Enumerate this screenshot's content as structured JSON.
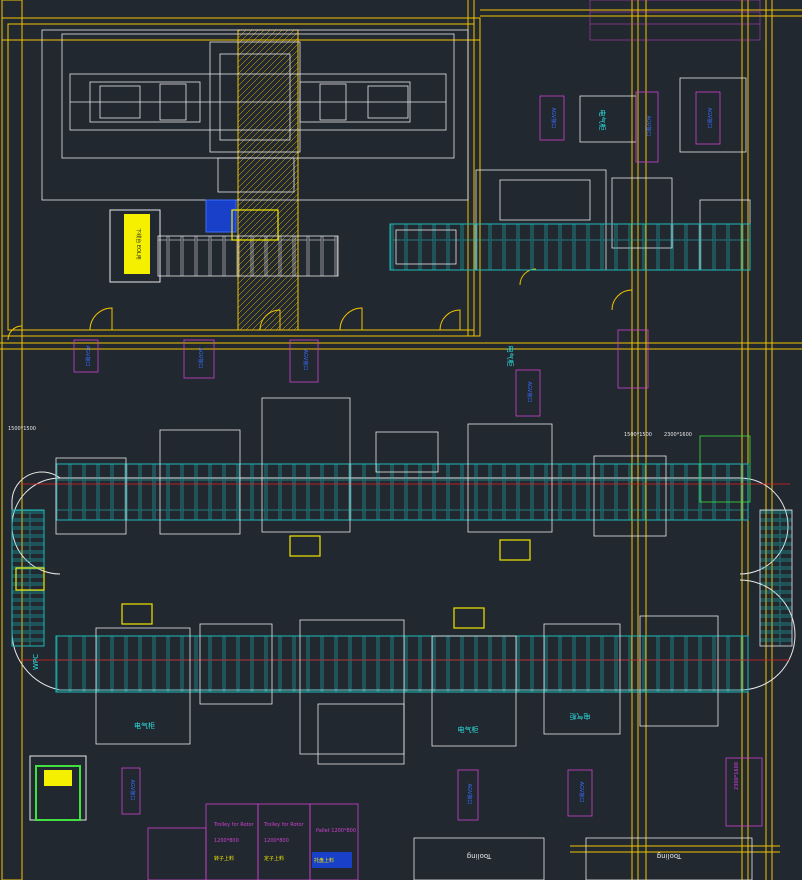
{
  "colors": {
    "background": "#212830",
    "machine": "#e8e8e8",
    "guard": "#f3c400",
    "conveyor": "#1fb8b8",
    "center_line": "#e02020",
    "tag_box": "#d040d0",
    "text_blue": "#3b6cff",
    "yellow_fill": "#f5f000",
    "green_fixture": "#3fe03f"
  },
  "labels": {
    "eol_station": "下线台 EOL用",
    "cabinet": "电气柜",
    "wpc": "WPC",
    "size_a": "1500*1500",
    "size_b": "1500*1500",
    "size_c": "2300*1600",
    "size_d": "2300*1600",
    "trolley_a_title": "Trolley for Rotor",
    "trolley_a_size": "1200*800",
    "trolley_a_cn": "转子上料",
    "trolley_b_title": "Trolley for Rotor",
    "trolley_b_size": "1200*800",
    "trolley_b_cn": "定子上料",
    "pallet_title": "Pallet 1200*800",
    "pallet_cn": "托盘上料",
    "tooling_a": "Tooling",
    "tooling_b": "Tooling",
    "tag": "AGV接口"
  }
}
